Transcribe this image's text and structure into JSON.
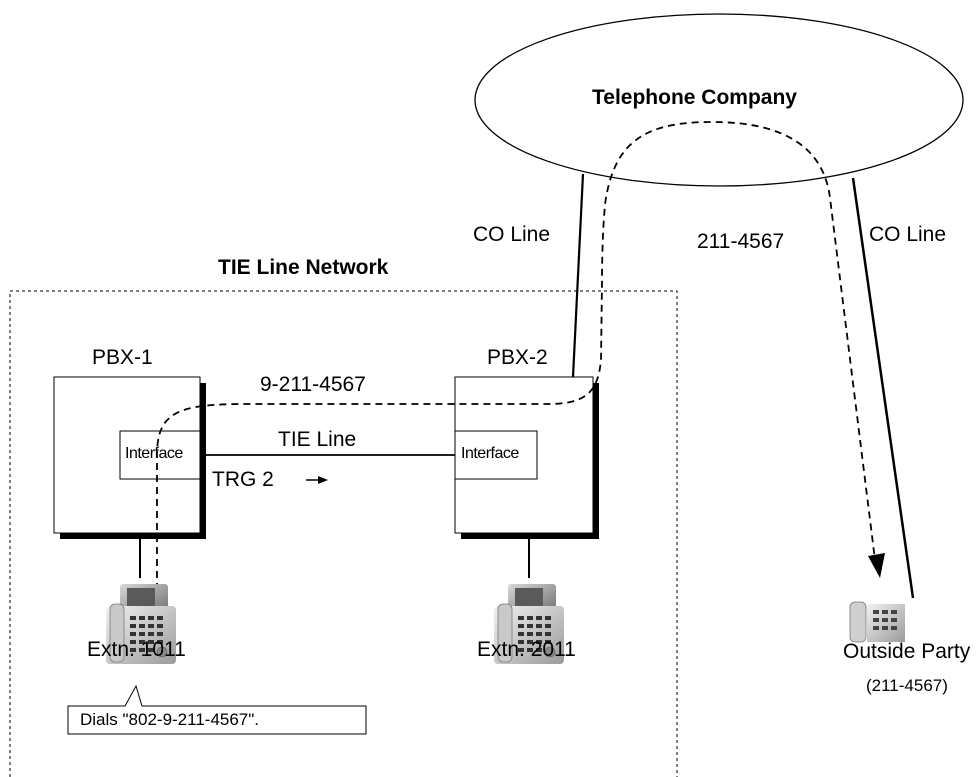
{
  "telephone_company": "Telephone Company",
  "tie_network": "TIE Line Network",
  "co_line_left": "CO Line",
  "co_line_right": "CO Line",
  "dialed_number": "211-4567",
  "pbx1": {
    "name": "PBX-1",
    "interface": "Interface"
  },
  "pbx2": {
    "name": "PBX-2",
    "interface": "Interface"
  },
  "dial_string": "9-211-4567",
  "tie_line": "TIE Line",
  "trg": "TRG 2",
  "trg_arrow": "→",
  "extn1": "Extn. 1011",
  "extn2": "Extn. 2011",
  "outside_party": "Outside Party",
  "outside_number": "(211-4567)",
  "callout": "Dials \"802-9-211-4567\"."
}
